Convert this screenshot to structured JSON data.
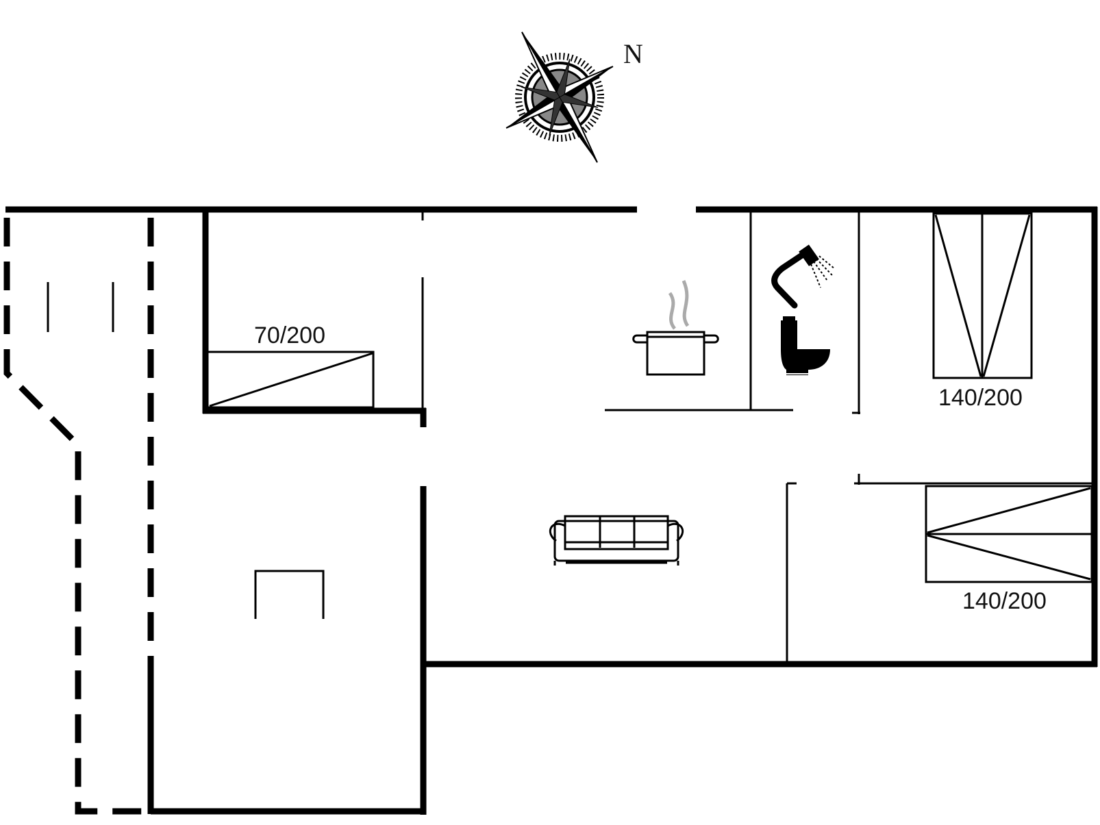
{
  "compass": {
    "north_label": "N"
  },
  "beds": [
    {
      "id": "bed-1",
      "label": "70/200"
    },
    {
      "id": "bed-2",
      "label": "140/200"
    },
    {
      "id": "bed-3",
      "label": "140/200"
    }
  ],
  "icons": [
    "compass-rose-icon",
    "cooking-pot-icon",
    "shower-icon",
    "toilet-icon",
    "sofa-icon"
  ],
  "colors": {
    "wall": "#000000",
    "background": "#ffffff",
    "steam": "#aaaaaa"
  }
}
